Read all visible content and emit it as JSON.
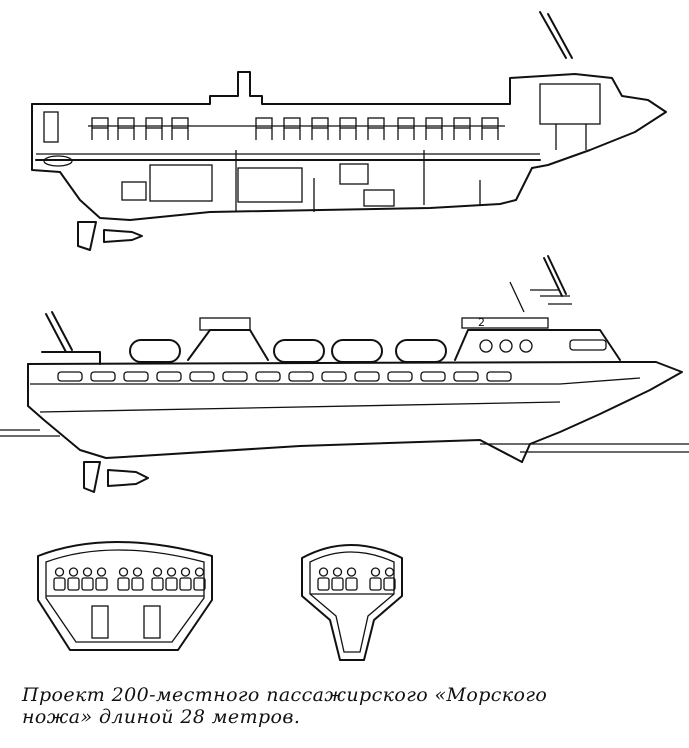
{
  "caption": {
    "line1": "Проект 200-местного пассажирского «Морского",
    "line2": "ножа» длиной 28 метров."
  },
  "drawing": {
    "hull_number_label": "2",
    "colors": {
      "ink": "#111111",
      "paper": "#ffffff"
    }
  }
}
